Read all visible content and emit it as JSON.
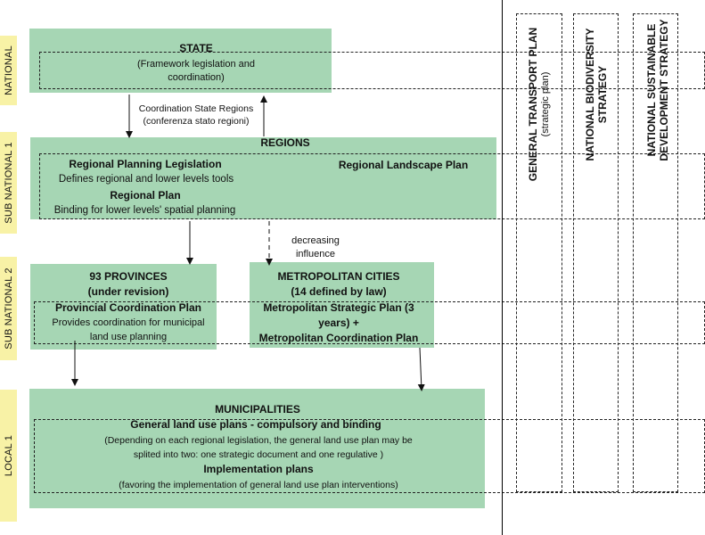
{
  "levels": {
    "national": "NATIONAL",
    "sub_national_1": "SUB NATIONAL 1",
    "sub_national_2": "SUB NATIONAL 2",
    "local_1": "LOCAL 1"
  },
  "state": {
    "title": "STATE",
    "line1": "(Framework legislation and",
    "line2": "coordination)"
  },
  "coordination": {
    "line1": "Coordination State Regions",
    "line2": "(conferenza stato regioni)"
  },
  "regions": {
    "title": "REGIONS",
    "legislation_title": "Regional  Planning Legislation",
    "legislation_desc": "Defines regional and lower levels tools",
    "plan_title": "Regional Plan",
    "plan_desc": "Binding for lower levels' spatial planning",
    "landscape": "Regional Landscape Plan"
  },
  "influence": {
    "line1": "decreasing",
    "line2": "influence"
  },
  "provinces": {
    "title": "93 PROVINCES",
    "subtitle": "(under revision)",
    "plan_title": "Provincial Coordination Plan",
    "desc1": "Provides coordination for municipal",
    "desc2": "land use planning"
  },
  "metro": {
    "title": "METROPOLITAN CITIES",
    "subtitle": "(14 defined by law)",
    "line1": "Metropolitan Strategic Plan (3",
    "line2": "years) +",
    "line3": "Metropolitan Coordination Plan"
  },
  "municipalities": {
    "title": "MUNICIPALITIES",
    "plan_title": "General land use plans - compulsory and binding",
    "desc1": "(Depending on each regional legislation, the general land use plan may be",
    "desc2": "splited into two: one strategic document  and one regulative )",
    "impl_title": "Implementation plans",
    "impl_desc": "(favoring the implementation of general land use plan interventions)"
  },
  "strategies": {
    "transport_line1": "GENERAL TRANSPORT PLAN",
    "transport_line2": "(strategic plan)",
    "biodiversity_line1": "NATIONAL BIODIVERSITY",
    "biodiversity_line2": "STRATEGY",
    "sustainable_line1": "NATIONAL SUSTAINABLE",
    "sustainable_line2": "DEVELOPMENT STRATEGY"
  },
  "colors": {
    "box_fill": "#a6d6b4",
    "level_fill": "#f8f2a6",
    "line": "#222222"
  }
}
